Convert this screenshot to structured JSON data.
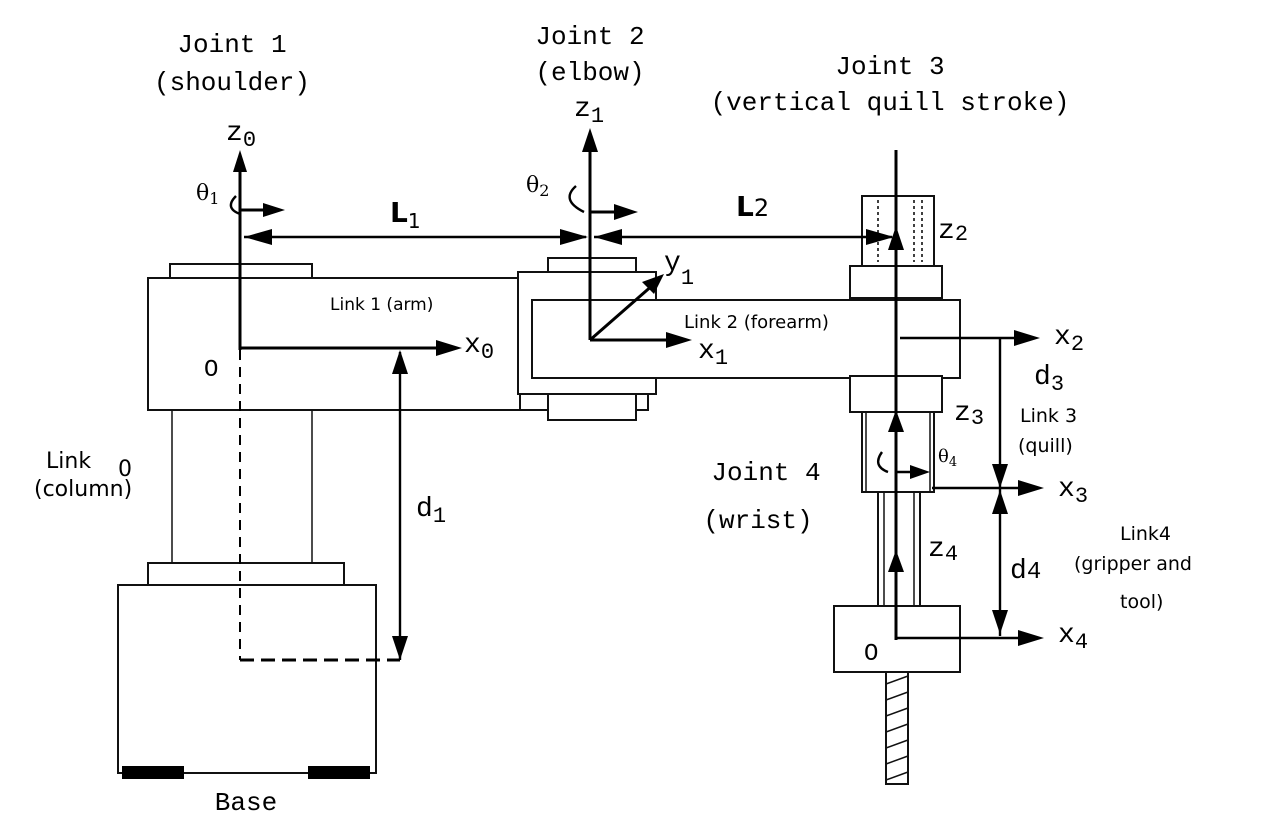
{
  "joints": {
    "joint1": {
      "name": "Joint 1",
      "sub": "(shoulder)"
    },
    "joint2": {
      "name": "Joint 2",
      "sub": "(elbow)"
    },
    "joint3": {
      "name": "Joint 3",
      "sub": "(vertical quill stroke)"
    },
    "joint4": {
      "name": "Joint 4",
      "sub": "(wrist)"
    }
  },
  "links": {
    "link0": {
      "name": "Link",
      "sub_index": "0",
      "sub": "(column)"
    },
    "link1": {
      "name": "Link 1 (arm)"
    },
    "link2": {
      "name": "Link 2 (forearm)"
    },
    "link3": {
      "name": "Link 3",
      "sub": "(quill)"
    },
    "link4": {
      "name": "Link4",
      "sub1": "(gripper and",
      "sub2": "tool)"
    }
  },
  "base": {
    "label": "Base"
  },
  "axes": {
    "z0": {
      "base": "z",
      "sub": "0"
    },
    "z1": {
      "base": "z",
      "sub": "1"
    },
    "z2": {
      "base": "z",
      "sub": "2"
    },
    "z3": {
      "base": "z",
      "sub": "3"
    },
    "z4": {
      "base": "z",
      "sub": "4"
    },
    "x0": {
      "base": "x",
      "sub": "0"
    },
    "x1": {
      "base": "x",
      "sub": "1"
    },
    "x2": {
      "base": "x",
      "sub": "2"
    },
    "x3": {
      "base": "x",
      "sub": "3"
    },
    "x4": {
      "base": "x",
      "sub": "4"
    },
    "y1": {
      "base": "y",
      "sub": "1"
    }
  },
  "dimensions": {
    "L1": {
      "base": "L",
      "sub": "1"
    },
    "L2": {
      "base": "L",
      "sub": "2"
    },
    "d1": {
      "base": "d",
      "sub": "1"
    },
    "d3": {
      "base": "d",
      "sub": "3"
    },
    "d4": {
      "base": "d",
      "sub": "4"
    }
  },
  "angles": {
    "theta1": {
      "base": "θ",
      "sub": "1"
    },
    "theta2": {
      "base": "θ",
      "sub": "2"
    },
    "theta4": {
      "base": "θ",
      "sub": "4"
    }
  },
  "origins": {
    "o0": "O",
    "o4": "O"
  }
}
